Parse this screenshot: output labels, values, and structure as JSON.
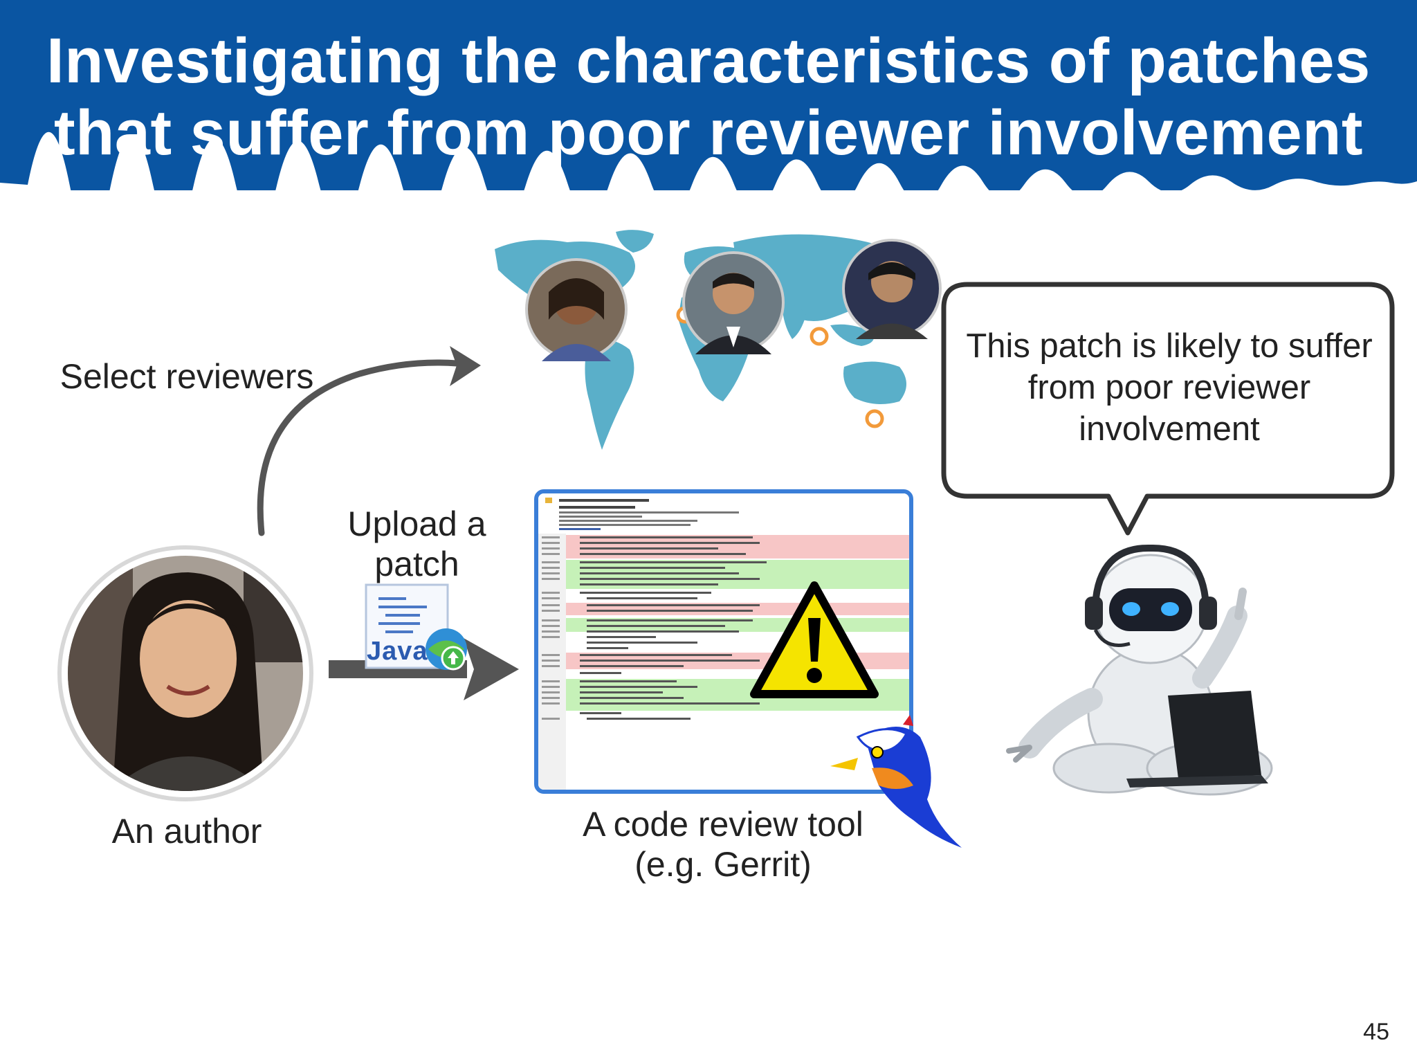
{
  "slide": {
    "title_line1": "Investigating the characteristics of patches",
    "title_line2": "that suffer from poor reviewer involvement",
    "page_number": "45"
  },
  "labels": {
    "select_reviewers": "Select reviewers",
    "upload_line1": "Upload a",
    "upload_line2": "patch",
    "author": "An author",
    "tool_line1": "A code review tool",
    "tool_line2": "(e.g. Gerrit)"
  },
  "bubble": {
    "line1": "This patch is likely to suffer",
    "line2": "from poor reviewer",
    "line3": "involvement"
  },
  "file_icon": {
    "text": "Java"
  },
  "colors": {
    "banner": "#0a55a2",
    "map": "#5aafc9",
    "map_marker": "#f29a3a",
    "panel_border": "#3a7ed8",
    "diff_removed": "#f7c6c6",
    "diff_added": "#c6f1b8",
    "warning_yellow": "#f5e400"
  }
}
